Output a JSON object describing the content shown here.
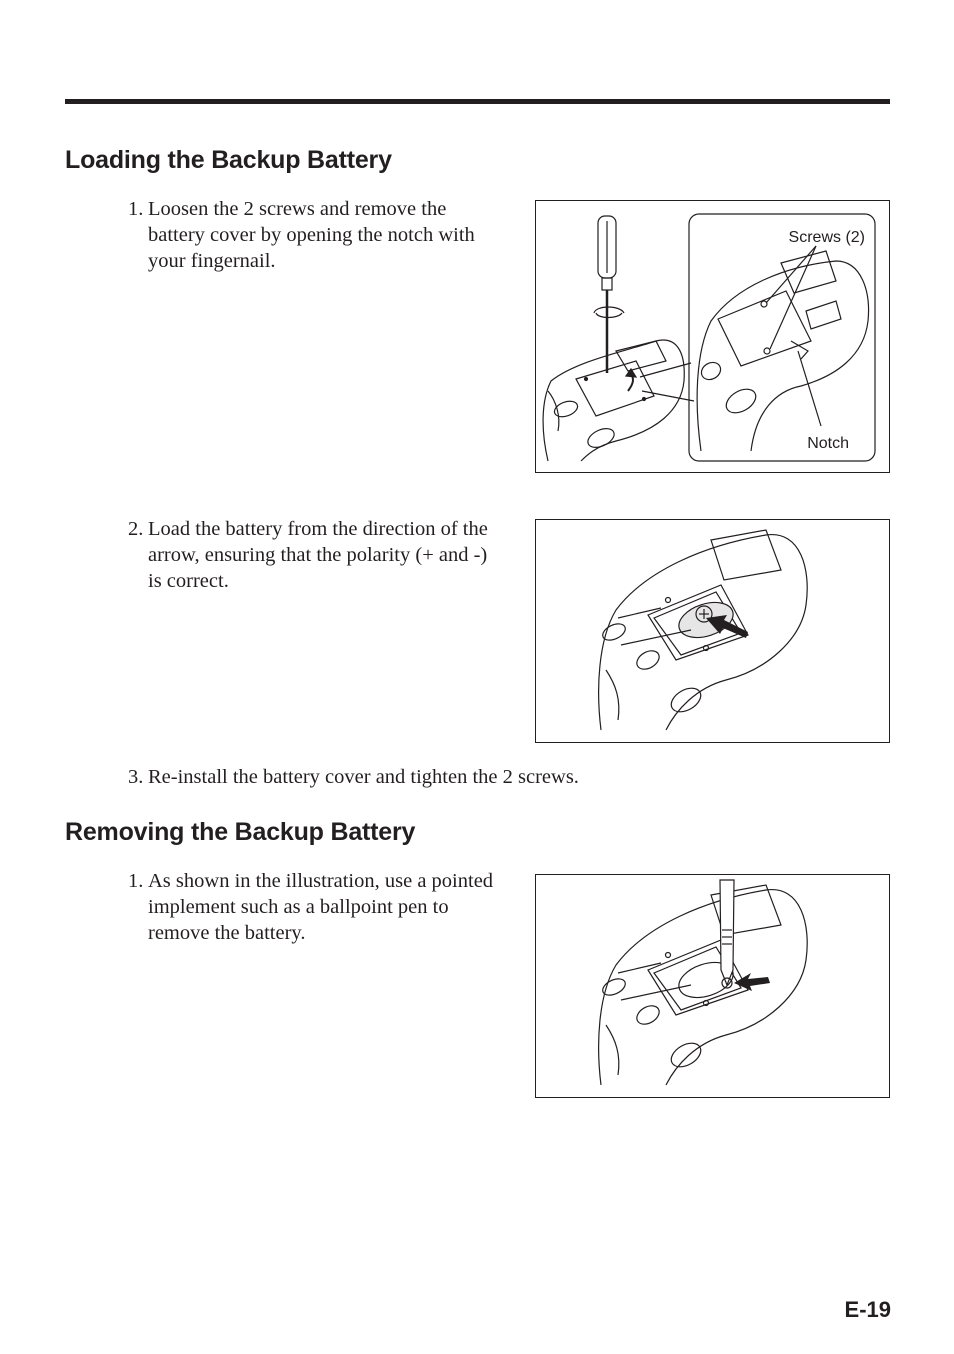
{
  "sections": [
    {
      "heading": "Loading the Backup Battery",
      "steps": [
        {
          "number": "1.",
          "text": "Loosen the 2 screws and remove the battery cover by opening the notch with your fingernail."
        },
        {
          "number": "2.",
          "text": "Load the battery from the direction of the arrow, ensuring that the polarity (+ and -) is correct."
        },
        {
          "number": "3.",
          "text": "Re-install the battery cover and tighten the 2 screws."
        }
      ]
    },
    {
      "heading": "Removing the Backup Battery",
      "steps": [
        {
          "number": "1.",
          "text": "As shown in the illustration, use a pointed implement such as a ballpoint pen to remove the battery."
        }
      ]
    }
  ],
  "figures": {
    "fig1": {
      "callout_screws": "Screws (2)",
      "callout_notch": "Notch"
    }
  },
  "page_number": "E-19"
}
